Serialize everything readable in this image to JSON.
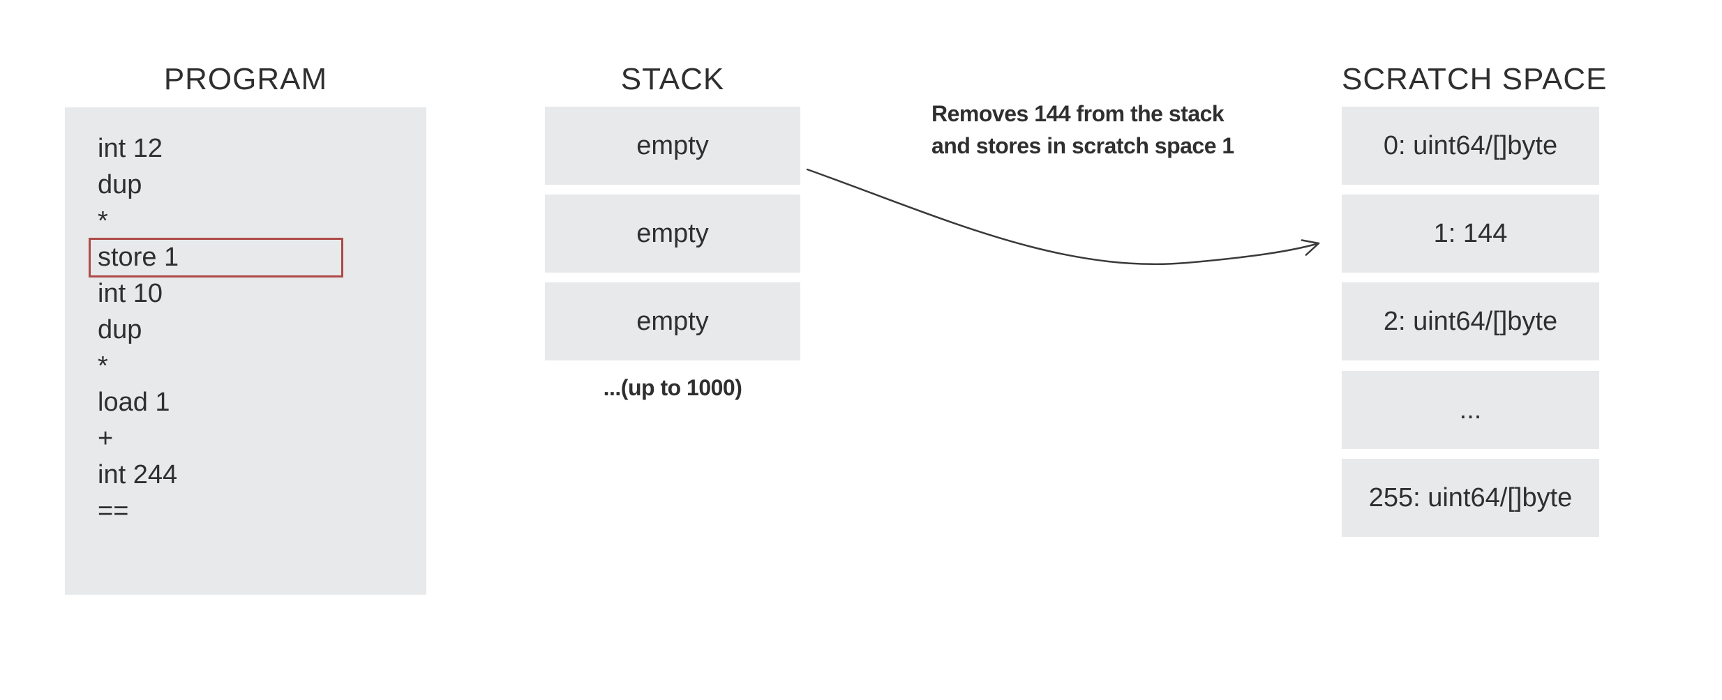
{
  "colors": {
    "background": "#ffffff",
    "box_fill": "#e8e9eb",
    "text": "#2f2f2f",
    "highlight_border": "#ad4a47",
    "arrow": "#3a3a3a"
  },
  "program": {
    "title": "PROGRAM",
    "lines": [
      "int 12",
      "dup",
      "*",
      "store 1",
      "int 10",
      "dup",
      "*",
      "load 1",
      "+",
      "int 244",
      "=="
    ],
    "highlighted_index": 3,
    "highlighted_line": "store 1"
  },
  "stack": {
    "title": "STACK",
    "slots": [
      "empty",
      "empty",
      "empty"
    ],
    "capacity_note": "...(up to 1000)"
  },
  "scratch": {
    "title": "SCRATCH SPACE",
    "cells": [
      "0: uint64/[]byte",
      "1: 144",
      "2: uint64/[]byte",
      "...",
      "255: uint64/[]byte"
    ]
  },
  "annotation": {
    "line1": "Removes 144 from the stack",
    "line2": "and stores in scratch space 1"
  }
}
